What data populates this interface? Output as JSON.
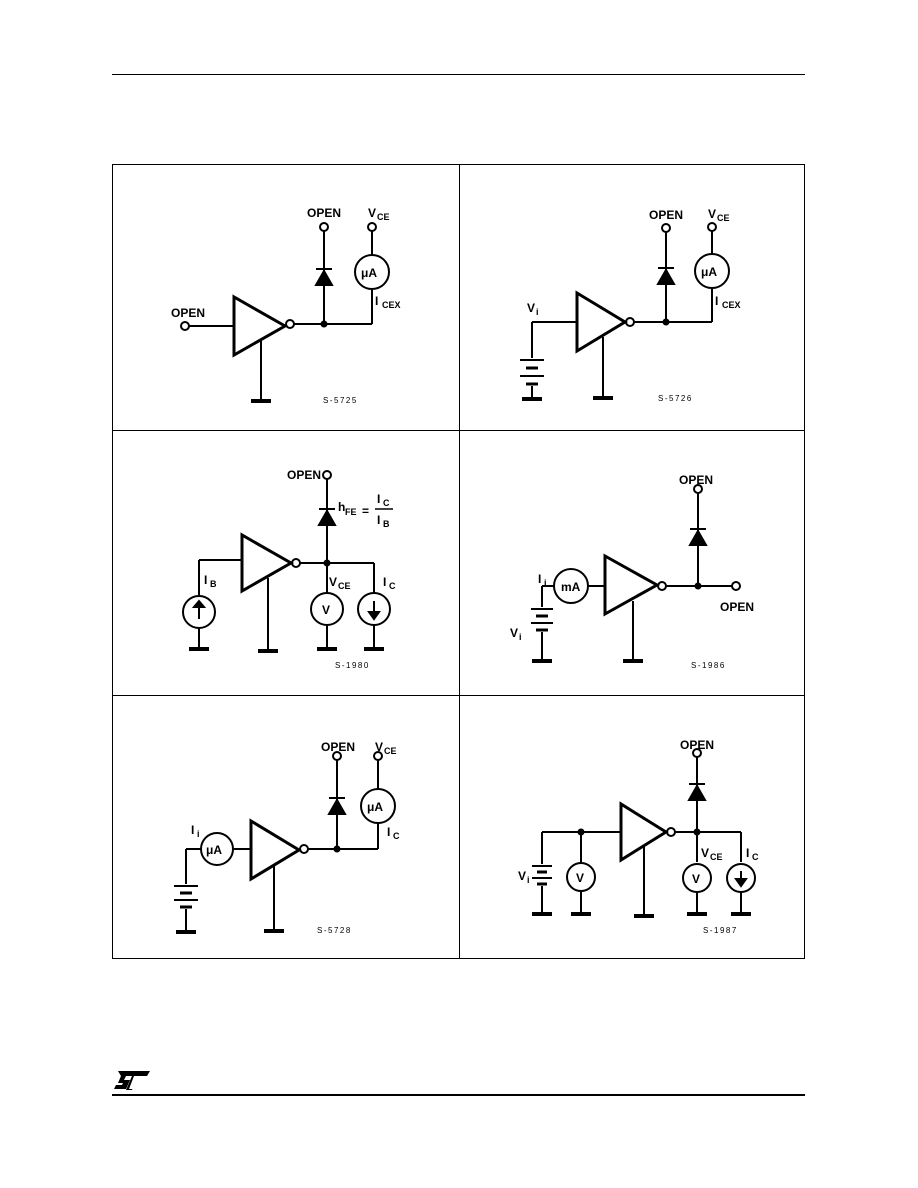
{
  "figure": {
    "panels": [
      {
        "id": "panel-1",
        "labels": {
          "open_top": "OPEN",
          "open_left": "OPEN",
          "vce": "V",
          "vce_sub": "CE",
          "meter": "μA",
          "icex": "I",
          "icex_sub": "CEX",
          "code": "S-5725"
        }
      },
      {
        "id": "panel-2",
        "labels": {
          "open_top": "OPEN",
          "vce": "V",
          "vce_sub": "CE",
          "vi": "V",
          "vi_sub": "i",
          "meter": "μA",
          "icex": "I",
          "icex_sub": "CEX",
          "code": "S-5726"
        }
      },
      {
        "id": "panel-3",
        "labels": {
          "open_top": "OPEN",
          "hfe": "h",
          "hfe_sub": "FE",
          "eq": "=",
          "ic_num": "I",
          "ic_num_sub": "C",
          "ib_den": "I",
          "ib_den_sub": "B",
          "ib": "I",
          "ib_sub": "B",
          "vce": "V",
          "vce_sub": "CE",
          "ic": "I",
          "ic_sub": "C",
          "vmeter": "V",
          "code": "S-1980"
        }
      },
      {
        "id": "panel-4",
        "labels": {
          "open_top": "OPEN",
          "open_right": "OPEN",
          "ii": "I",
          "ii_sub": "i",
          "meter": "mA",
          "vi": "V",
          "vi_sub": "i",
          "code": "S-1986"
        }
      },
      {
        "id": "panel-5",
        "labels": {
          "open_top": "OPEN",
          "vce": "V",
          "vce_sub": "CE",
          "ii": "I",
          "ii_sub": "i",
          "meter_in": "μA",
          "meter_out": "μA",
          "ic": "I",
          "ic_sub": "C",
          "code": "S-5728"
        }
      },
      {
        "id": "panel-6",
        "labels": {
          "open_top": "OPEN",
          "vi": "V",
          "vi_sub": "i",
          "vmeter_in": "V",
          "vce": "V",
          "vce_sub": "CE",
          "vmeter_out": "V",
          "ic": "I",
          "ic_sub": "C",
          "code": "S-1987"
        }
      }
    ]
  },
  "footer": {
    "logo": "ST"
  }
}
